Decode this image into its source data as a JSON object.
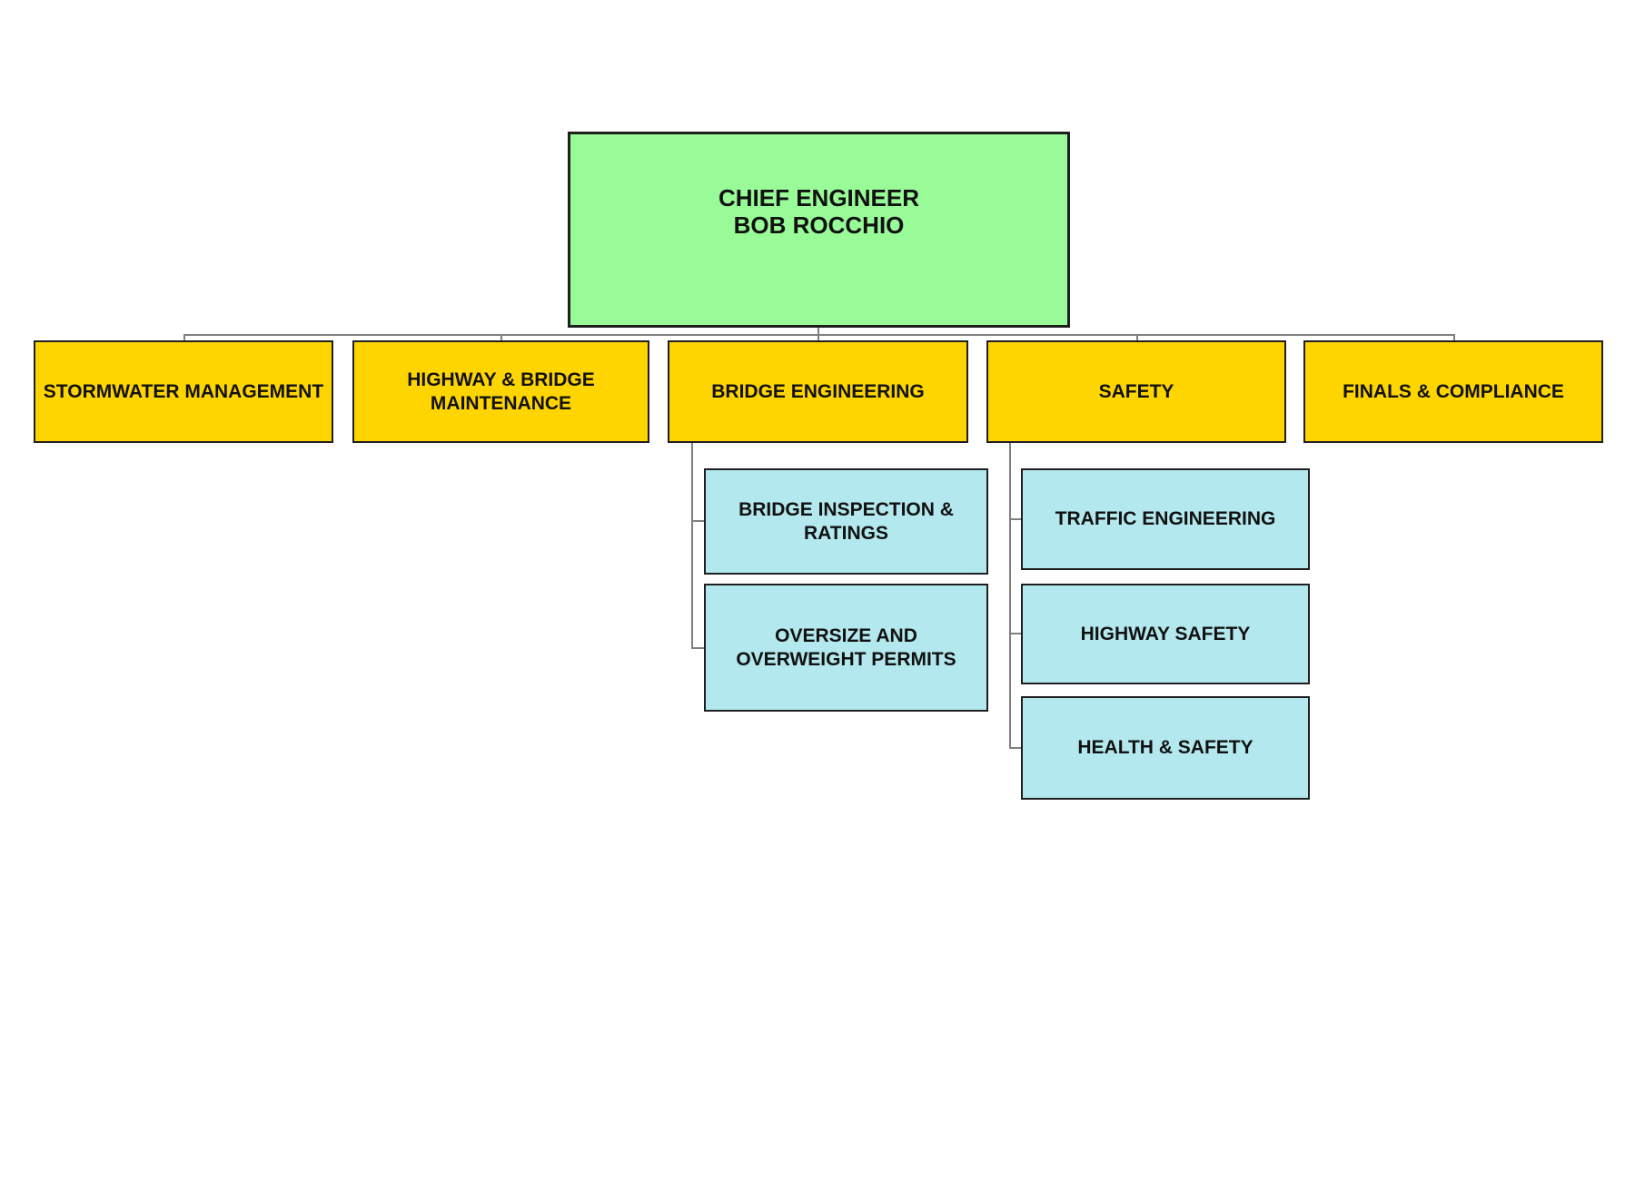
{
  "colors": {
    "root_fill": "#98FB98",
    "division_fill": "#FFD500",
    "unit_fill": "#B3E9EE",
    "box_border": "#1F1F1F",
    "connector": "#7F7F7F",
    "text": "#111111",
    "background": "#FFFFFF"
  },
  "org_chart": {
    "root": {
      "line1": "CHIEF ENGINEER",
      "line2": "BOB ROCCHIO"
    },
    "divisions": [
      {
        "label": "STORMWATER MANAGEMENT",
        "children": []
      },
      {
        "label": "HIGHWAY & BRIDGE MAINTENANCE",
        "children": []
      },
      {
        "label": "BRIDGE ENGINEERING",
        "children": [
          {
            "label": "BRIDGE INSPECTION & RATINGS"
          },
          {
            "label": "OVERSIZE AND OVERWEIGHT PERMITS"
          }
        ]
      },
      {
        "label": "SAFETY",
        "children": [
          {
            "label": "TRAFFIC ENGINEERING"
          },
          {
            "label": "HIGHWAY SAFETY"
          },
          {
            "label": "HEALTH & SAFETY"
          }
        ]
      },
      {
        "label": "FINALS & COMPLIANCE",
        "children": []
      }
    ]
  }
}
